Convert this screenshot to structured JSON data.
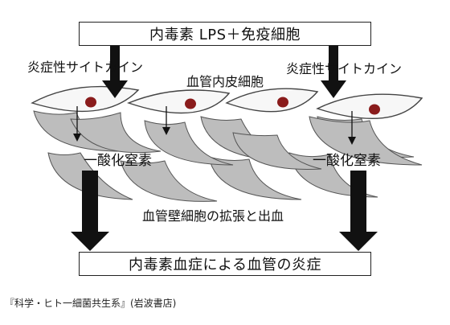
{
  "diagram": {
    "top_box": "内毒素 LPS＋免疫細胞",
    "cytokine_left": "炎症性サイトカイン",
    "cytokine_right": "炎症性サイトカイン",
    "endothelial_label": "血管内皮細胞",
    "no_left": "一酸化窒素",
    "no_right": "一酸化窒素",
    "vessel_wall_label": "血管壁細胞の拡張と出血",
    "bottom_box": "内毒素血症による血管の炎症"
  },
  "caption": "『科学・ヒト一細菌共生系』(岩波書店)",
  "colors": {
    "cell_fill": "#bdbdbd",
    "cell_stroke": "#555555",
    "endothelial_fill": "#f7f7f7",
    "nucleus": "#8a1c1c",
    "arrow": "#111111"
  }
}
